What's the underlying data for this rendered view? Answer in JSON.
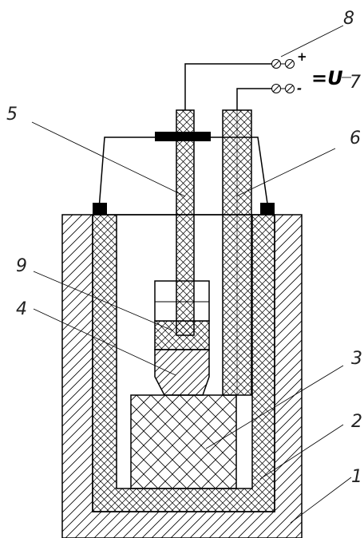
{
  "labels": {
    "l1": "1",
    "l2": "2",
    "l3": "3",
    "l4": "4",
    "l5": "5",
    "l6": "6",
    "l7": "7",
    "l8": "8",
    "l9": "9"
  },
  "terminals": {
    "plus": "+",
    "minus": "-",
    "voltage": "=U"
  },
  "colors": {
    "line": "#000000",
    "background": "#ffffff"
  }
}
